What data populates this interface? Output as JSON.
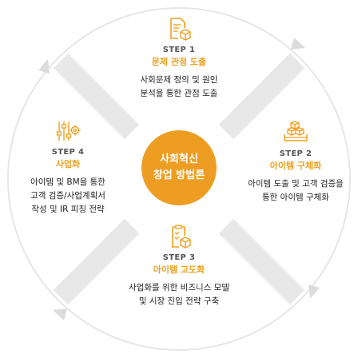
{
  "center": {
    "line1": "사회혁신",
    "line2": "창업 방법론"
  },
  "steps": [
    {
      "num": "STEP 1",
      "title": "문제 관점 도출",
      "desc1": "사회문제 정의 및 원인",
      "desc2": "분석을 통한 관점 도출",
      "icon": "document-cube-icon"
    },
    {
      "num": "STEP 2",
      "title": "아이템 구체화",
      "desc1": "아이템 도출 및 고객 검증을",
      "desc2": "통한 아이템 구체화",
      "icon": "cubes-tray-icon"
    },
    {
      "num": "STEP 3",
      "title": "아이템 고도화",
      "desc1": "사업화를 위한 비즈니스 모델",
      "desc2": "및 시장 진입 전략 구축",
      "icon": "checklist-cube-icon"
    },
    {
      "num": "STEP 4",
      "title": "사업화",
      "desc1": "아이템 및 BM을 통한",
      "desc2": "고객 검증/사업계획서",
      "desc3": "작성 및 IR 피칭 전략",
      "icon": "sliders-gear-icon"
    }
  ],
  "colors": {
    "accent": "#ee9d23",
    "ring": "#e3e3e3",
    "text": "#222222"
  }
}
